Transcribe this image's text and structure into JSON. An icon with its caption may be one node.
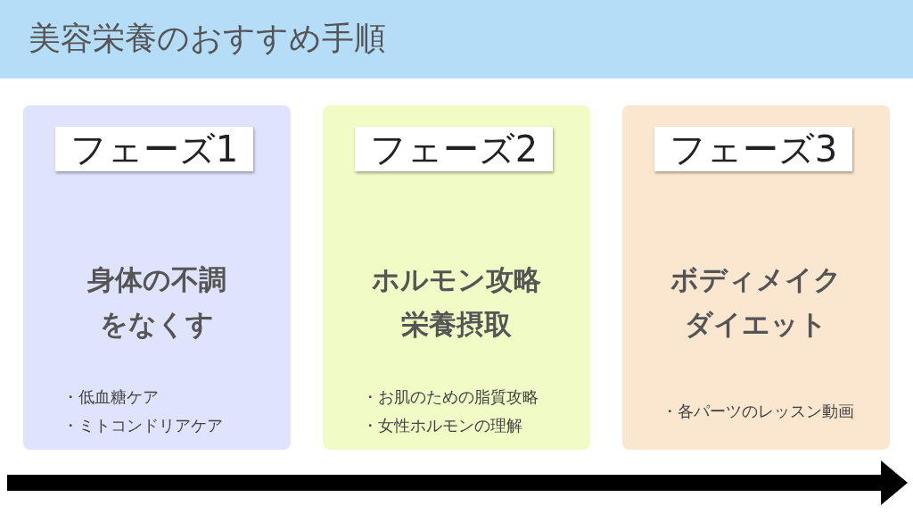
{
  "diagram": {
    "title": "美容栄養のおすすめ手順",
    "nodes": [
      {
        "text": [
          "身体の不調をなくす",
          "・低血糖ケア",
          "・ミトコンドリアケア"
        ]
      },
      {
        "text": [
          "フェーズ1"
        ],
        "in": 0
      },
      {
        "text": [
          "ホルモン攻略栄養摂取",
          "・お肌のための脂質攻略",
          "・女性ホルモンの理解"
        ]
      },
      {
        "text": [
          "フェーズ2"
        ],
        "in": 2
      },
      {
        "text": [
          "ボディメイクダイエット",
          "・各パーツのレッスン動画"
        ]
      },
      {
        "text": [
          "フェーズ3"
        ],
        "in": 4
      }
    ]
  }
}
